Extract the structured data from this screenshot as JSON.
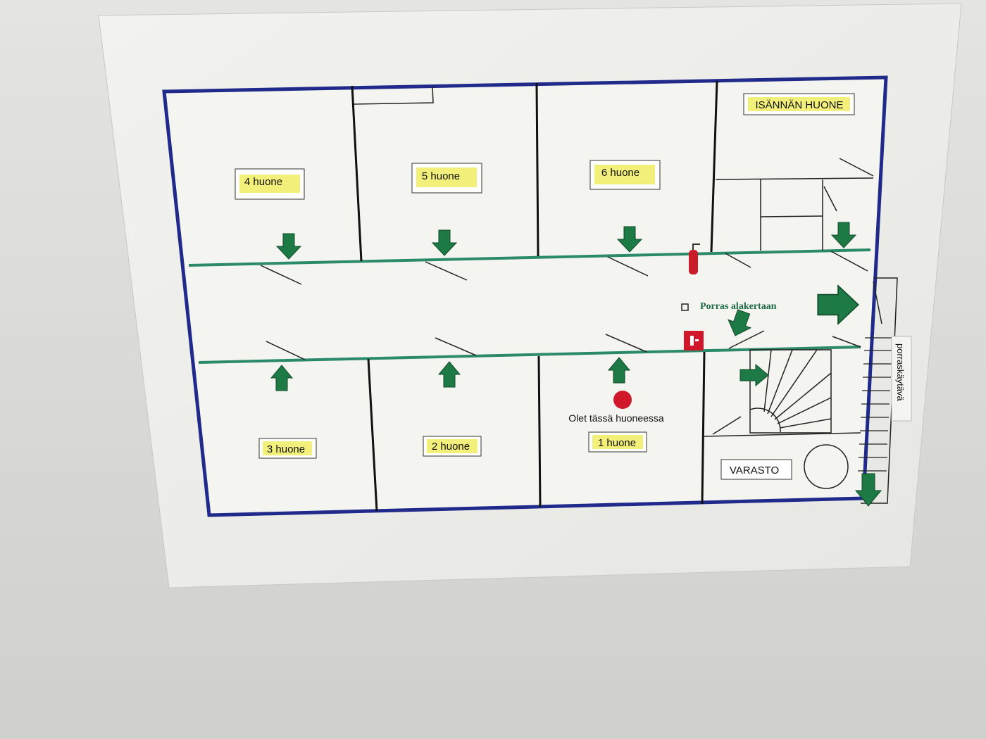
{
  "rooms": {
    "r4": "4 huone",
    "r5": "5 huone",
    "r6": "6 huone",
    "host": "ISÄNNÄN HUONE",
    "r3": "3 huone",
    "r2": "2 huone",
    "r1": "1 huone",
    "storage": "VARASTO"
  },
  "markers": {
    "you_are_here": "Olet tässä huoneessa",
    "stairs_down": "Porras alakertaan",
    "stairwell": "porraskäytävä"
  },
  "colors": {
    "frame": "#1f2a8a",
    "corridor": "#2a8a6a",
    "arrow": "#1e7a45",
    "highlight": "#f2f07a",
    "red": "#d0182a"
  }
}
